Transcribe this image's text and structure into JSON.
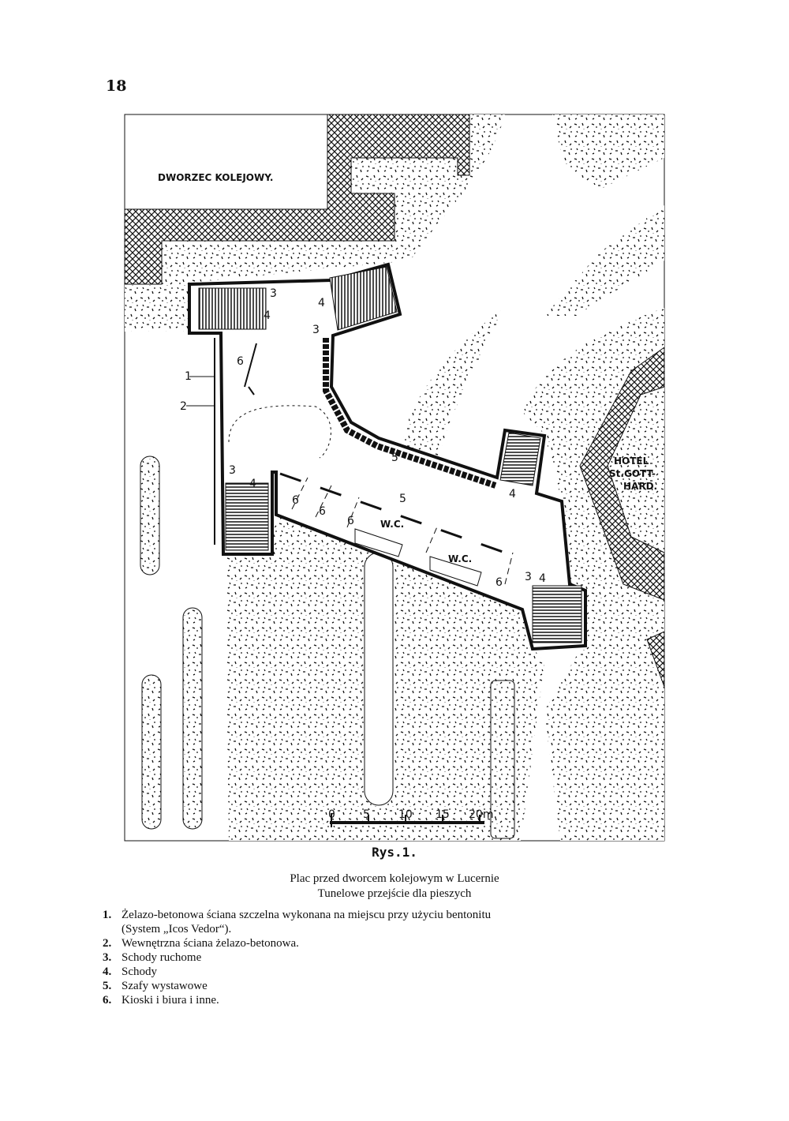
{
  "page_number": "18",
  "plan": {
    "station_label": "DWORZEC KOLEJOWY.",
    "hotel_label": [
      "HOTEL",
      "St.GOTT-",
      "HARD."
    ],
    "wc_label": "W.C.",
    "numbers": {
      "n1": "1",
      "n2": "2",
      "n3": "3",
      "n4": "4",
      "n5": "5",
      "n6": "6"
    },
    "scale": {
      "ticks": [
        "0",
        "5",
        "10",
        "15",
        "20m."
      ]
    }
  },
  "figure": {
    "label": "Rys.1.",
    "title_line1": "Plac przed dworcem kolejowym w Lucernie",
    "title_line2": "Tunelowe przejście dla pieszych"
  },
  "legend": [
    {
      "num": "1.",
      "text": "Żelazo-betonowa ściana szczelna wykonana na miejscu przy użyciu bentonitu",
      "cont": "(System „Icos Vedor“)."
    },
    {
      "num": "2.",
      "text": "Wewnętrzna ściana żelazo-betonowa."
    },
    {
      "num": "3.",
      "text": "Schody ruchome"
    },
    {
      "num": "4.",
      "text": "Schody"
    },
    {
      "num": "5.",
      "text": "Szafy wystawowe"
    },
    {
      "num": "6.",
      "text": "Kioski i biura i inne."
    }
  ]
}
